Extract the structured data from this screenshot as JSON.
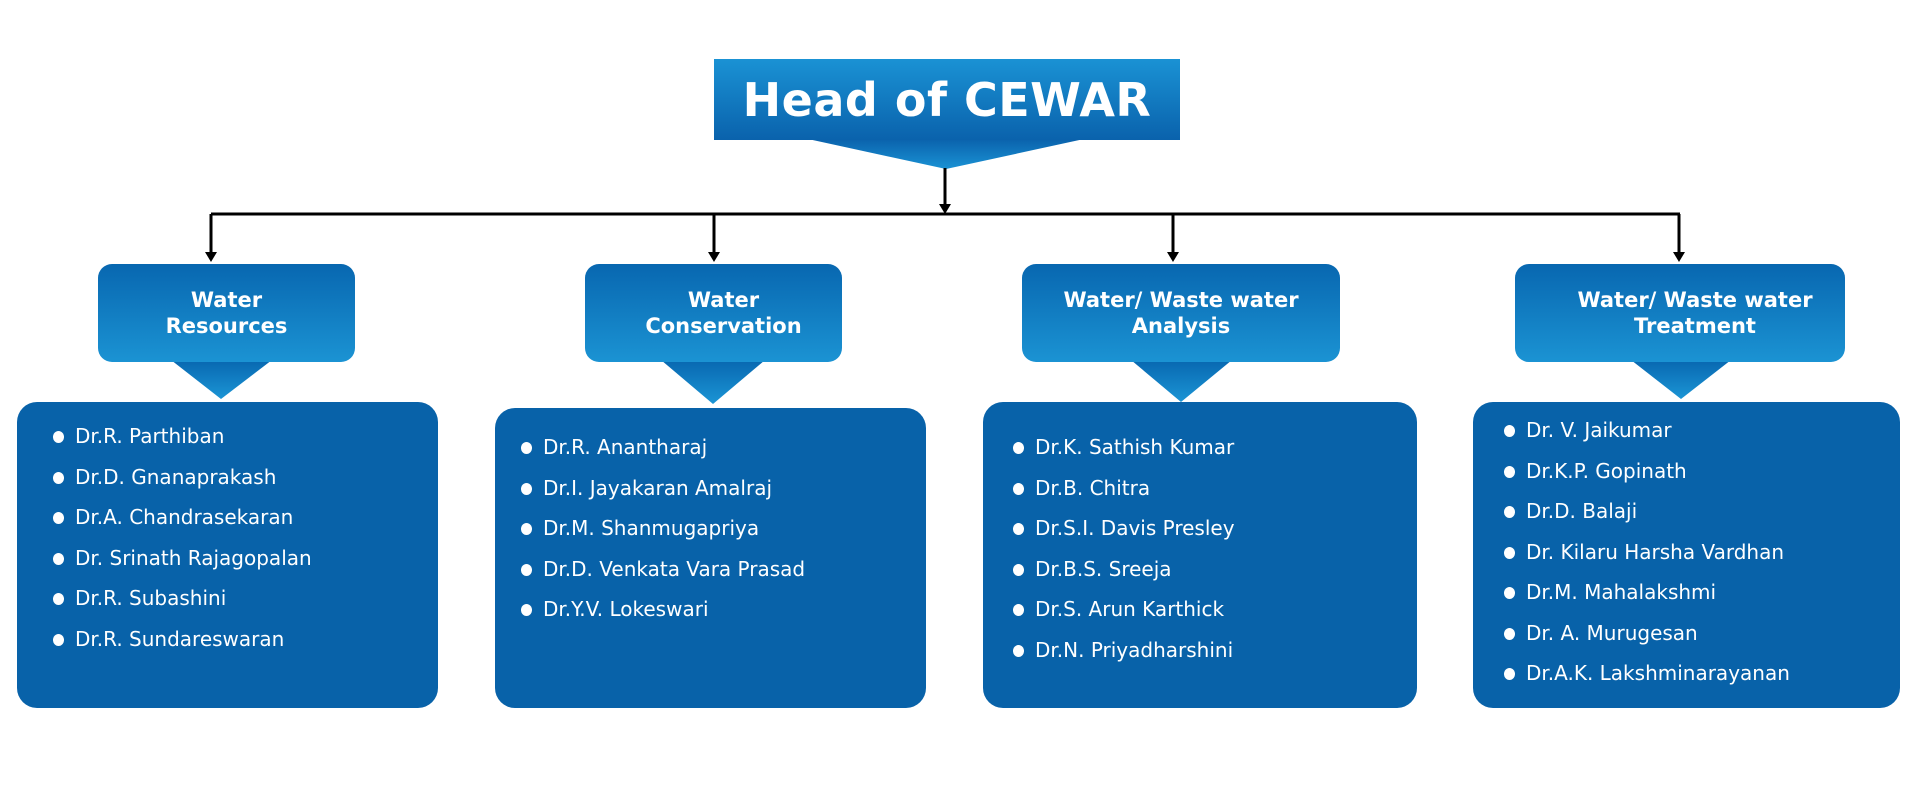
{
  "title": "Head of CEWAR",
  "colors": {
    "primary_dark": "#0862a9",
    "primary_light": "#1b93d3",
    "connector": "#000000"
  },
  "departments": [
    {
      "name": "Water Resources",
      "lines": [
        "Water",
        "Resources"
      ],
      "members": [
        "Dr.R. Parthiban",
        "Dr.D. Gnanaprakash",
        "Dr.A. Chandrasekaran",
        "Dr. Srinath Rajagopalan",
        "Dr.R. Subashini",
        "Dr.R. Sundareswaran"
      ]
    },
    {
      "name": "Water Conservation",
      "lines": [
        "Water",
        "Conservation"
      ],
      "members": [
        "Dr.R. Anantharaj",
        "Dr.I. Jayakaran Amalraj",
        "Dr.M. Shanmugapriya",
        "Dr.D. Venkata Vara Prasad",
        "Dr.Y.V. Lokeswari"
      ]
    },
    {
      "name": "Water/ Waste water Analysis",
      "lines": [
        "Water/ Waste water",
        "Analysis"
      ],
      "members": [
        "Dr.K. Sathish Kumar",
        "Dr.B. Chitra",
        "Dr.S.I. Davis Presley",
        "Dr.B.S. Sreeja",
        "Dr.S. Arun Karthick",
        "Dr.N. Priyadharshini"
      ]
    },
    {
      "name": "Water/ Waste water Treatment",
      "lines": [
        "Water/ Waste water",
        "Treatment"
      ],
      "members": [
        "Dr. V. Jaikumar",
        "Dr.K.P. Gopinath",
        "Dr.D. Balaji",
        "Dr. Kilaru Harsha Vardhan",
        "Dr.M. Mahalakshmi",
        "Dr. A. Murugesan",
        "Dr.A.K. Lakshminarayanan"
      ]
    }
  ]
}
